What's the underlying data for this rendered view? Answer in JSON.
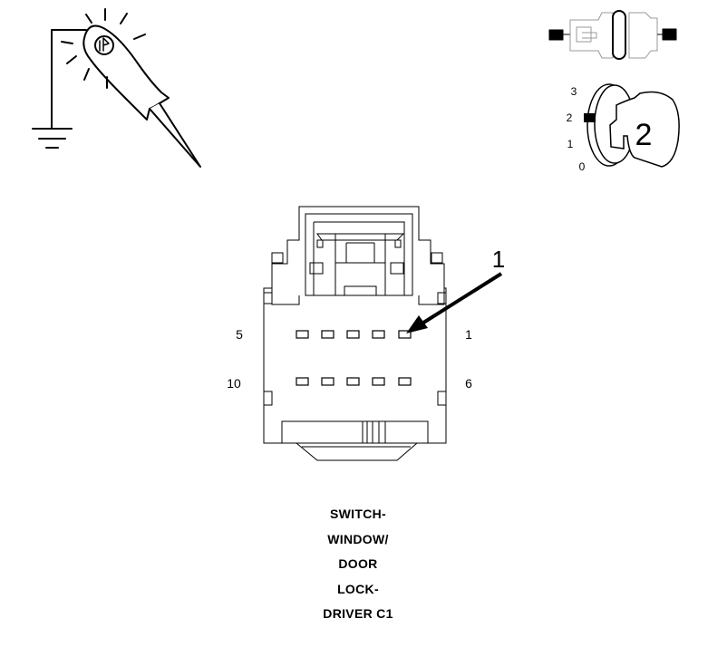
{
  "connector": {
    "left_top_pin": "5",
    "right_top_pin": "1",
    "left_bottom_pin": "10",
    "right_bottom_pin": "6",
    "callout": "1"
  },
  "ignition": {
    "positions": [
      "3",
      "2",
      "1",
      "0"
    ],
    "key_label": "2",
    "selected_position": "2"
  },
  "caption": {
    "lines": [
      "SWITCH-",
      "WINDOW/",
      "DOOR",
      "LOCK-",
      "DRIVER C1"
    ]
  },
  "icons": {
    "probe": "test-light-probe-icon",
    "ground": "ground-symbol-icon",
    "connector_disconnected": "disconnected-connector-icon",
    "ignition": "ignition-key-switch-icon"
  }
}
